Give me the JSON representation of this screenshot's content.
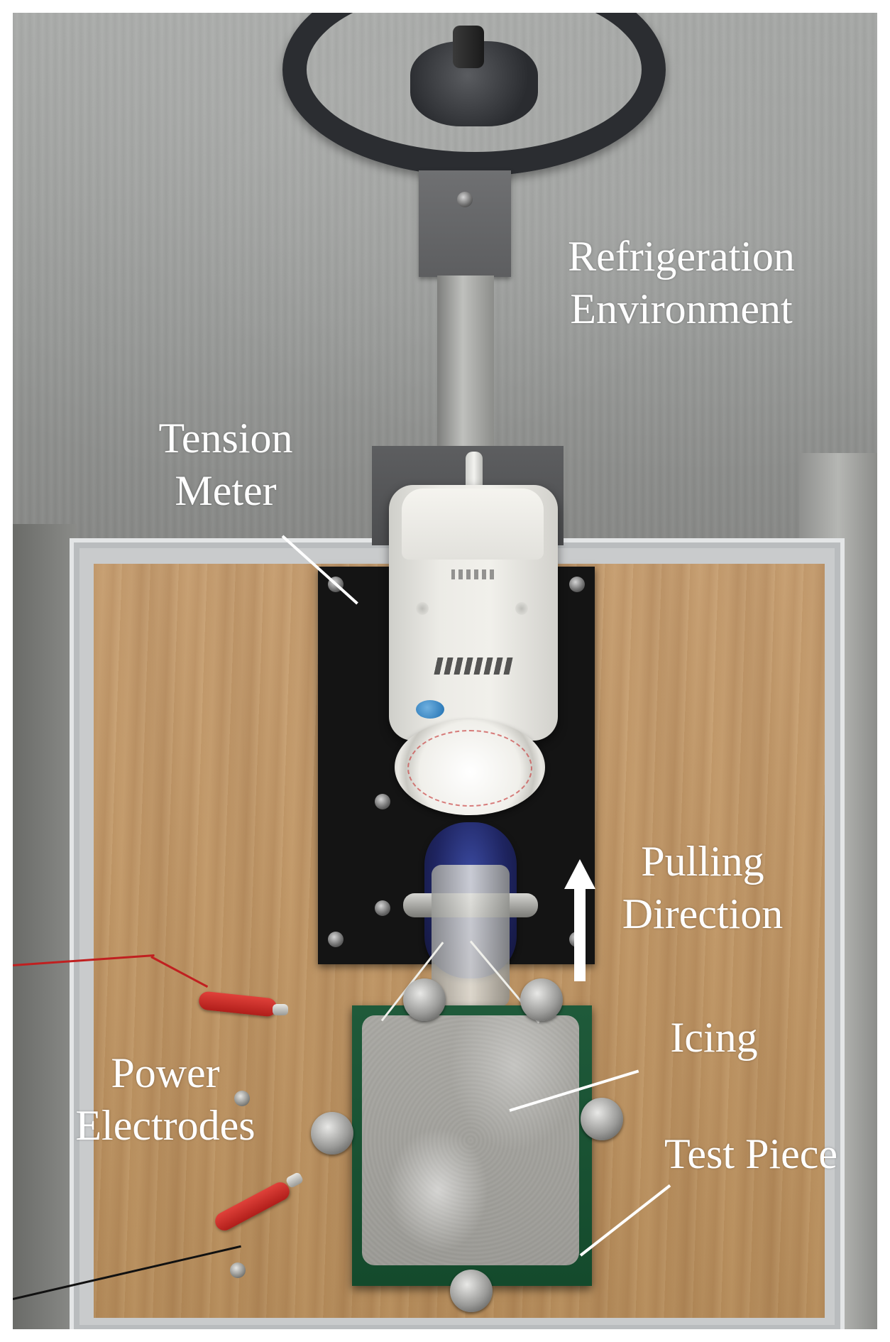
{
  "labels": {
    "refrigeration_line1": "Refrigeration",
    "refrigeration_line2": "Environment",
    "tension_line1": "Tension",
    "tension_line2": "Meter",
    "pulling_line1": "Pulling",
    "pulling_line2": "Direction",
    "icing": "Icing",
    "power_line1": "Power",
    "power_line2": "Electrodes",
    "test_piece": "Test Piece"
  },
  "colors": {
    "label_text": "#ffffff",
    "board_wood": "#c29a6a",
    "plate_black": "#141414",
    "clip_red": "#d0322c",
    "test_piece_green": "#1f5a3a",
    "icing_gray": "#a6a5a0"
  },
  "icons": {
    "pulling_direction": "up-arrow-icon"
  }
}
